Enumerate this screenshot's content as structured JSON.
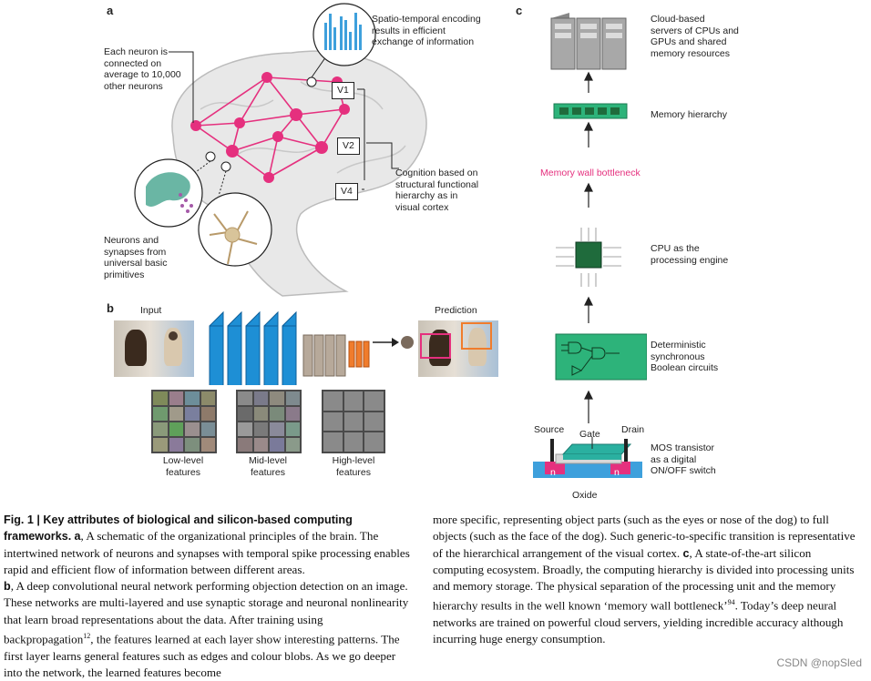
{
  "panels": {
    "a": {
      "label": "a",
      "annotations": {
        "neuron_connect": "Each neuron is\nconnected on\naverage to 10,000\nother neurons",
        "spatio": "Spatio-temporal encoding\nresults in efficient\nexchange of information",
        "cognition": "Cognition based on\nstructural functional\nhierarchy as in\nvisual cortex",
        "synapses": "Neurons and\nsynapses from\nuniversal basic\nprimitives"
      },
      "visual_areas": [
        "V1",
        "V2",
        "V4"
      ]
    },
    "b": {
      "label": "b",
      "input": "Input",
      "prediction": "Prediction",
      "features": {
        "low": "Low-level\nfeatures",
        "mid": "Mid-level\nfeatures",
        "high": "High-level\nfeatures"
      }
    },
    "c": {
      "label": "c",
      "cloud": "Cloud-based\nservers of CPUs and\nGPUs and shared\nmemory resources",
      "memory": "Memory hierarchy",
      "bottleneck": "Memory wall bottleneck",
      "cpu": "CPU as the\nprocessing engine",
      "boolean": "Deterministic\nsynchronous\nBoolean circuits",
      "mos": "MOS transistor\nas a digital\nON/OFF switch",
      "source": "Source",
      "gate": "Gate",
      "drain": "Drain",
      "oxide": "Oxide",
      "n1": "n",
      "n2": "n"
    }
  },
  "colors": {
    "neuron": "#e5307e",
    "blue": "#1e8fd5",
    "green": "#2db37a",
    "chip": "#1f6b3c",
    "bottleneck": "#e5307e",
    "transistor_gate": "#2ab0a0"
  },
  "caption": {
    "fig": "Fig. 1 | Key attributes of biological and silicon-based computing frameworks.",
    "a_label": "a",
    "a_text": ", A schematic of the organizational principles of the brain. The intertwined network of neurons and synapses with temporal spike processing enables rapid and efficient flow of information between different areas.",
    "b_label": "b",
    "b_text_1": ", A deep convolutional neural network performing objection detection on an image. These networks are multi-layered and use synaptic storage and neuronal nonlinearity that learn broad representations about the data. After training using backpropagation",
    "ref12": "12",
    "b_text_2": ", the features learned at each layer show interesting patterns. The first layer learns general features such as edges and colour blobs. As we go deeper into the network, the learned features become",
    "right_1": "more specific, representing object parts (such as the eyes or nose of the dog) to full objects (such as the face of the dog). Such generic-to-specific transition is representative of the hierarchical arrangement of the visual cortex.",
    "c_label": "c",
    "right_2": ", A state-of-the-art silicon computing ecosystem. Broadly, the computing hierarchy is divided into processing units and memory storage. The physical separation of the processing unit and the memory hierarchy results in the well known ‘memory wall bottleneck’",
    "ref94": "94",
    "right_3": ". Today’s deep neural networks are trained on powerful cloud servers, yielding incredible accuracy although incurring huge energy consumption."
  },
  "watermark": "CSDN @nopSled"
}
